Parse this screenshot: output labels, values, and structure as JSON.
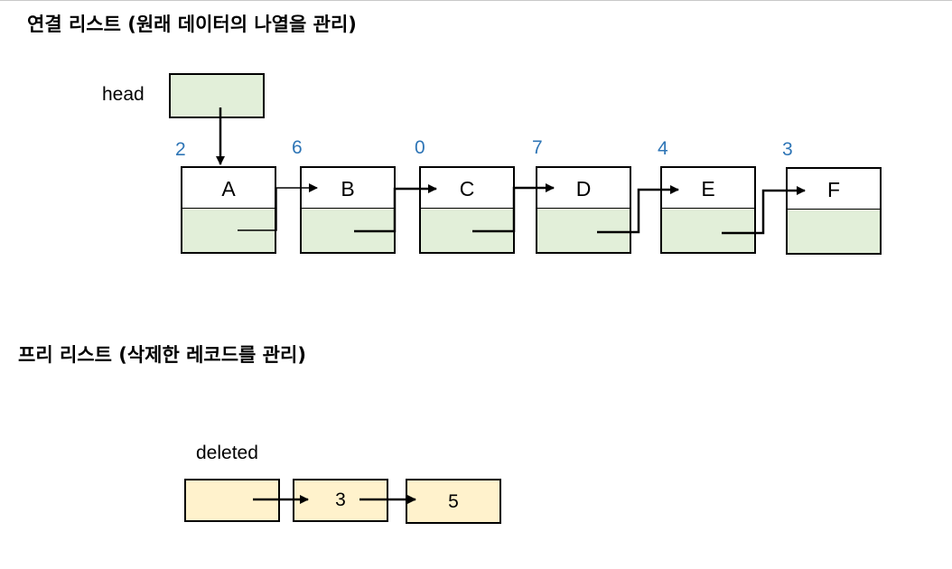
{
  "titles": {
    "linked_list": "연결 리스트 (원래 데이터의 나열을 관리)",
    "free_list": "프리 리스트 (삭제한 레코드를 관리)"
  },
  "labels": {
    "head": "head",
    "deleted": "deleted"
  },
  "linked_nodes": [
    {
      "data": "A",
      "index": "2"
    },
    {
      "data": "B",
      "index": "6"
    },
    {
      "data": "C",
      "index": "0"
    },
    {
      "data": "D",
      "index": "7"
    },
    {
      "data": "E",
      "index": "4"
    },
    {
      "data": "F",
      "index": "3"
    }
  ],
  "free_nodes": [
    {
      "value": ""
    },
    {
      "value": "3"
    },
    {
      "value": "5"
    }
  ],
  "colors": {
    "node_fill": "#e2efd9",
    "free_fill": "#fff2cc",
    "index_text": "#2e75b6",
    "line": "#000000"
  }
}
